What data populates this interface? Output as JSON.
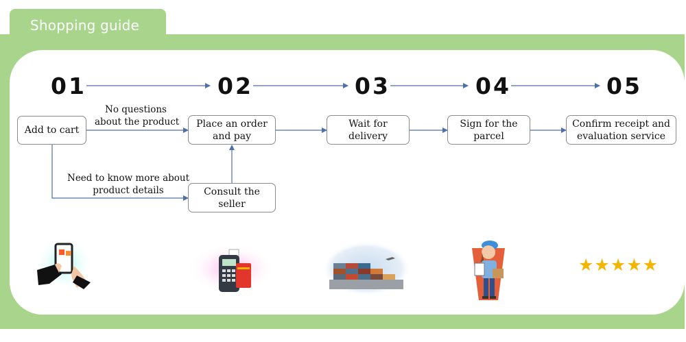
{
  "header": {
    "title": "Shopping guide"
  },
  "steps": [
    {
      "number": "01"
    },
    {
      "number": "02"
    },
    {
      "number": "03"
    },
    {
      "number": "04"
    },
    {
      "number": "05"
    }
  ],
  "nodes": {
    "add_to_cart": "Add to cart",
    "place_order": "Place an order and pay",
    "wait_delivery": "Wait for delivery",
    "sign_parcel": "Sign for the parcel",
    "confirm_receipt": "Confirm receipt and evaluation service",
    "consult_seller": "Consult the seller"
  },
  "edge_labels": {
    "no_questions": [
      "No questions",
      "about the product"
    ],
    "need_details": [
      "Need to know more about",
      "product details"
    ]
  },
  "rating": {
    "stars": "★★★★★"
  },
  "colors": {
    "frame": "#a8d58b",
    "arrow": "#4f6fa8",
    "star": "#f3b600"
  },
  "icons": [
    "phone-shopping-icon",
    "card-terminal-icon",
    "container-port-icon",
    "delivery-person-icon",
    "star-rating-icon"
  ]
}
